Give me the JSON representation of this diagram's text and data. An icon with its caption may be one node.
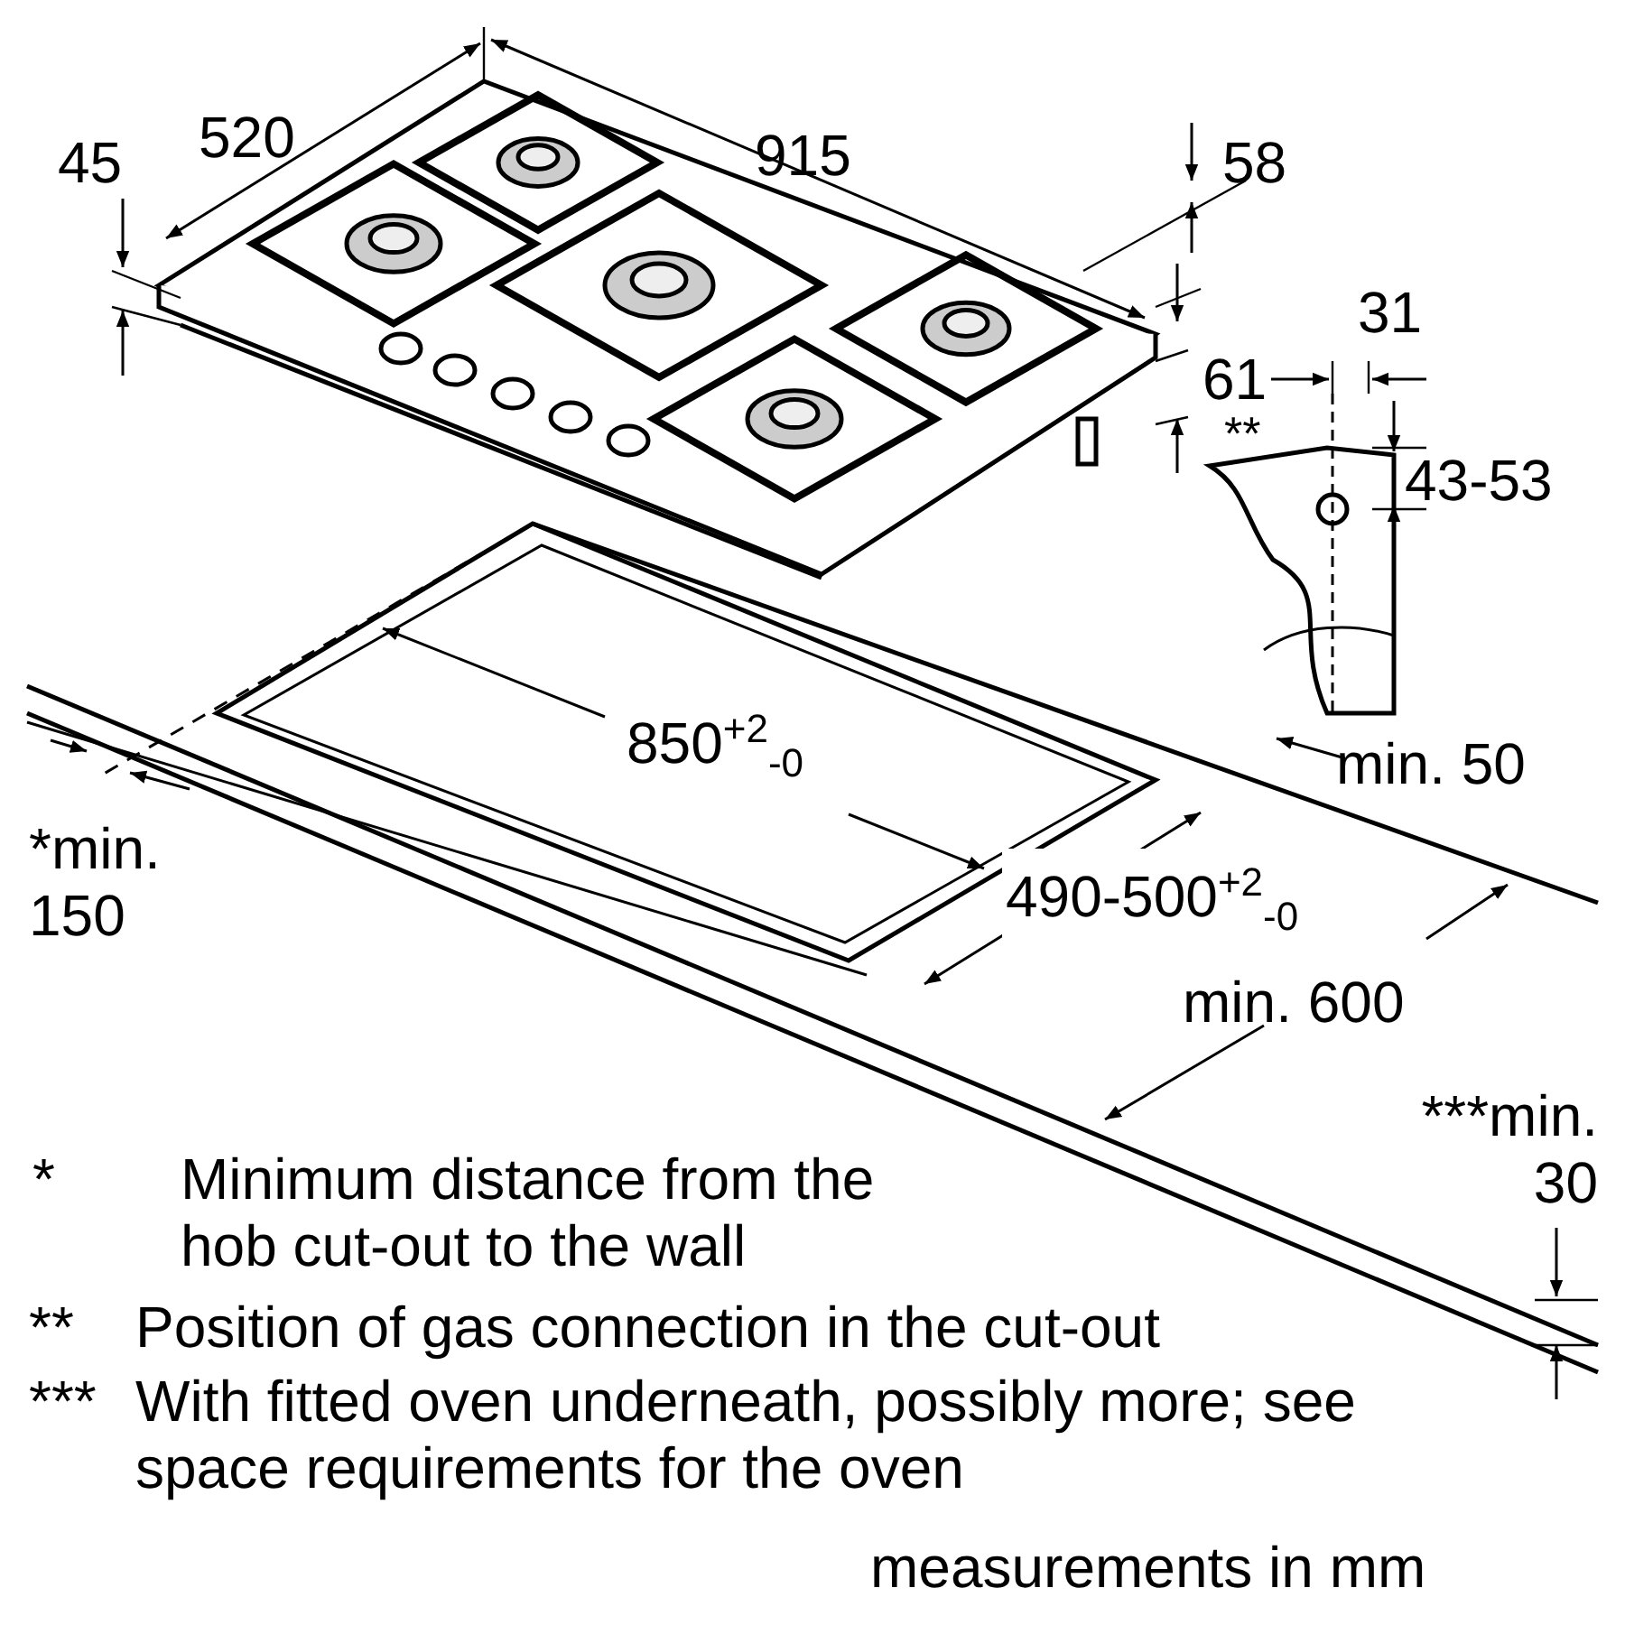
{
  "diagram": {
    "labels": [
      "45",
      "520",
      "915",
      "58",
      "31",
      "**",
      "43-53",
      "61",
      "850$^{+2}$$_{-0}$",
      "min. 50",
      "*min. 150",
      "490-500$^{+2}$$_{-0}$",
      "min. 600",
      "***min. 30",
      "*",
      "Minimum distance from the hob cut-out to the wall",
      "**",
      "Position of gas connection in the cut-out",
      "***",
      "With fitted oven underneath, possibly more; see space requirements for the oven",
      "measurements in mm"
    ]
  }
}
